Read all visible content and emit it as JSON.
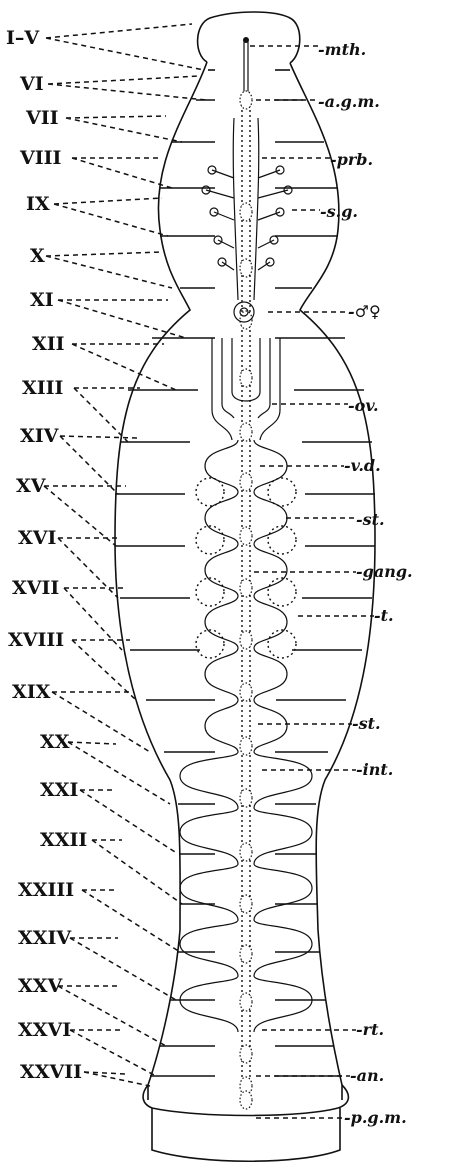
{
  "segments": [
    "I–V",
    "VI",
    "VII",
    "VIII",
    "IX",
    "X",
    "XI",
    "XII",
    "XIII",
    "XIV",
    "XV",
    "XVI",
    "XVII",
    "XVIII",
    "XIX",
    "XX",
    "XXI",
    "XXII",
    "XXIII",
    "XXIV",
    "XXV",
    "XXVI",
    "XXVII"
  ],
  "labels": {
    "mth": "-mth.",
    "agm": "-a.g.m.",
    "prb": "-prb.",
    "sg": "-s.g.",
    "sex": "-♂♀",
    "ov": "-ov.",
    "vd": "-v.d.",
    "st1": "-st.",
    "gang": "-gang.",
    "t": "-t.",
    "st2": "-st.",
    "int": "-int.",
    "rt": "-rt.",
    "an": "-an.",
    "pgm": "-p.g.m."
  }
}
